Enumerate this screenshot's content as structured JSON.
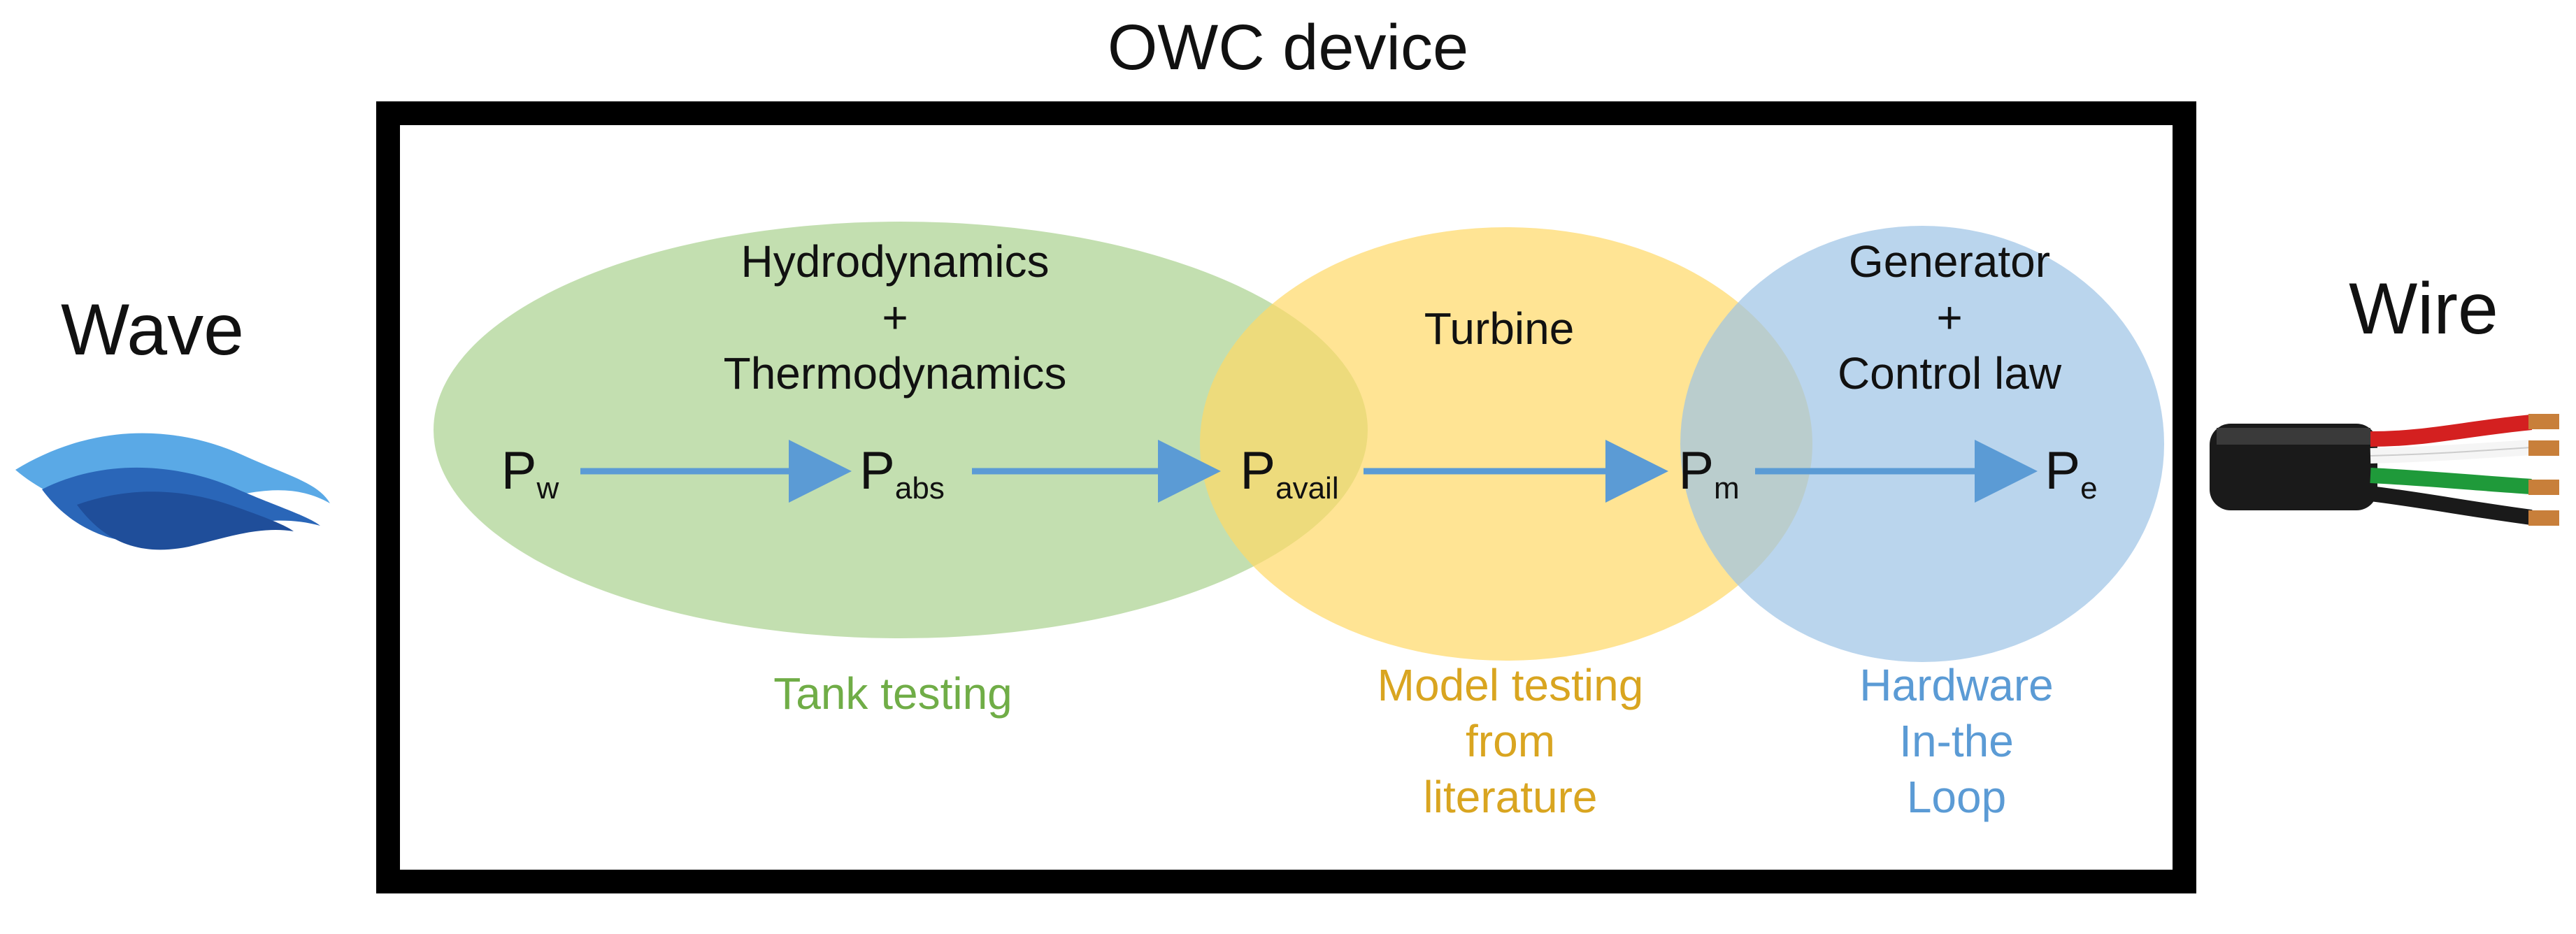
{
  "title": "OWC device",
  "left_label": "Wave",
  "right_label": "Wire",
  "colors": {
    "green": "#a9d18e",
    "orange": "#ffd966",
    "blue": "#9dc3e6",
    "arrow": "#5b9bd5",
    "green_text": "#70ad47",
    "orange_text": "#d9a520",
    "blue_text": "#5b9bd5"
  },
  "stages": {
    "hydro": [
      "Hydrodynamics",
      "+",
      "Thermodynamics"
    ],
    "turbine": "Turbine",
    "generator": [
      "Generator",
      "+",
      "Control law"
    ]
  },
  "powers": {
    "pw": {
      "base": "P",
      "sub": "w"
    },
    "pabs": {
      "base": "P",
      "sub": "abs"
    },
    "pavail": {
      "base": "P",
      "sub": "avail"
    },
    "pm": {
      "base": "P",
      "sub": "m"
    },
    "pe": {
      "base": "P",
      "sub": "e"
    }
  },
  "methods": {
    "tank": "Tank testing",
    "model": [
      "Model testing",
      "from",
      "literature"
    ],
    "hil": [
      "Hardware",
      "In-the",
      "Loop"
    ]
  }
}
